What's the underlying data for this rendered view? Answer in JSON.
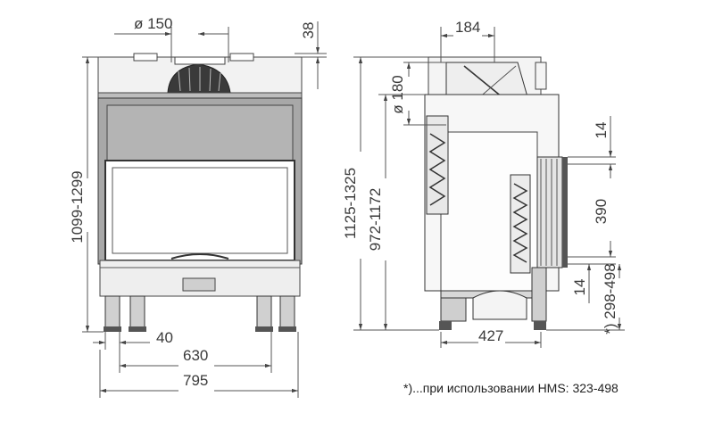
{
  "dimensions": {
    "flue_diameter_front": "ø 150",
    "top_offset": "38",
    "height_total_front": "1099-1299",
    "leg_width": "40",
    "inner_width": "630",
    "overall_width": "795",
    "depth_top": "184",
    "flue_diameter_side": "ø 180",
    "height_total_side": "1125-1325",
    "height_inner_side": "972-1172",
    "gap_top": "14",
    "opening_height": "390",
    "gap_bottom": "14",
    "bottom_height": "*) 298-498",
    "depth_base": "427"
  },
  "footnote": "*)...при использовании HMS: 323-498"
}
